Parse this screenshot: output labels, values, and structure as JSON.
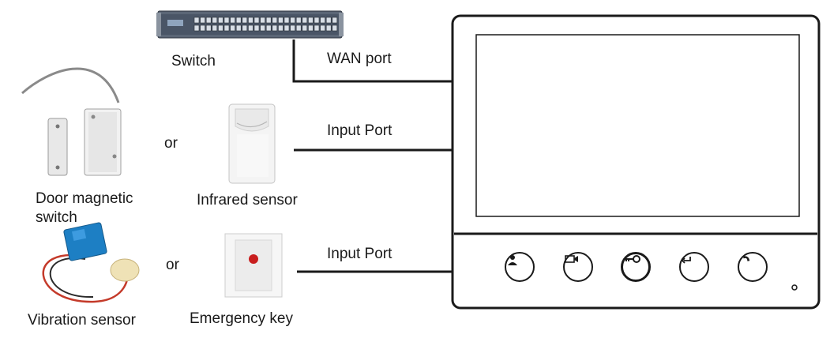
{
  "labels": {
    "switch": "Switch",
    "wan_port": "WAN port",
    "input_port_1": "Input Port",
    "input_port_2": "Input Port",
    "or_1": "or",
    "or_2": "or",
    "door_magnetic_line1": "Door magnetic",
    "door_magnetic_line2": "switch",
    "infrared_sensor": "Infrared sensor",
    "vibration_sensor": "Vibration sensor",
    "emergency_key": "Emergency key"
  },
  "monitor_buttons": [
    {
      "icon": "person-icon"
    },
    {
      "icon": "camera-icon"
    },
    {
      "icon": "key-icon"
    },
    {
      "icon": "return-icon"
    },
    {
      "icon": "hangup-icon"
    }
  ],
  "colors": {
    "line": "#1a1a1a",
    "switch_body": "#4a5566",
    "cable": "#c43a2a",
    "module": "#1d7fc4",
    "button_red": "#c81e1e"
  }
}
